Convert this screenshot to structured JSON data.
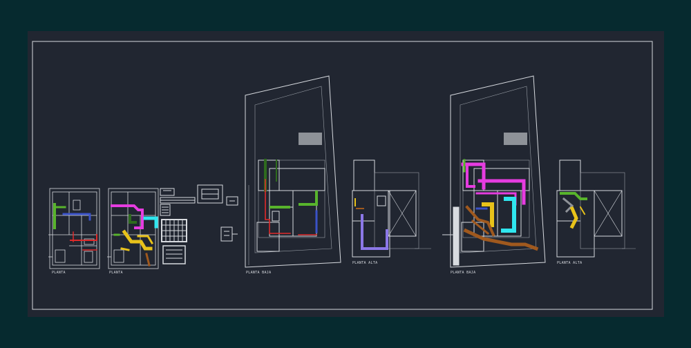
{
  "colors": {
    "outer_background": "#062a2f",
    "sheet_background": "#212631",
    "line": "#d8dbe0",
    "gray_line": "#9aa0a8",
    "green": "#58b42c",
    "magenta": "#e63ce0",
    "cyan": "#2fe6ef",
    "yellow": "#e8c21a",
    "brown": "#a0591e",
    "red": "#e02a2a",
    "blue": "#3a52c8",
    "violet": "#8c78e8",
    "dark_green": "#2e6b1e",
    "block_gray": "#8e9298"
  },
  "labels": {
    "planta_1": "PLANTA",
    "planta_2": "PLANTA",
    "planta_baja_1": "PLANTA BAJA",
    "planta_alta_1": "PLANTA ALTA",
    "planta_baja_2": "PLANTA BAJA",
    "planta_alta_2": "PLANTA ALTA"
  }
}
